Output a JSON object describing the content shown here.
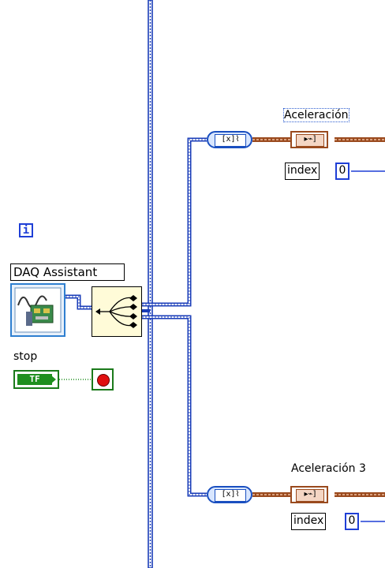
{
  "diagram": {
    "loop_iteration_terminal": "i",
    "daq_assistant": {
      "label": "DAQ Assistant",
      "icon": "daq-assistant-icon"
    },
    "split_signals_node": {
      "icon": "split-signals-icon"
    },
    "stop": {
      "label": "stop",
      "terminal_text": "TF",
      "stop_button_icon": "stop-circle-icon"
    },
    "branches": [
      {
        "indicator_label": "Aceleración",
        "converter_icon": "convert-from-dynamic-data-icon",
        "converter_text": "[x]⌇",
        "array_icon": "waveform-array-icon",
        "array_text": "▸⌁]",
        "index_label": "index",
        "index_value": "0"
      },
      {
        "indicator_label": "Aceleración 3",
        "converter_icon": "convert-from-dynamic-data-icon",
        "converter_text": "[x]⌇",
        "array_icon": "waveform-array-icon",
        "array_text": "▸⌁]",
        "index_label": "index",
        "index_value": "0"
      }
    ],
    "colors": {
      "dynamic_wire": "#1a3db8",
      "waveform_wire": "#9a4a1e",
      "boolean_wire": "#1f8f1f",
      "numeric_blue": "#1f3fd6"
    }
  }
}
